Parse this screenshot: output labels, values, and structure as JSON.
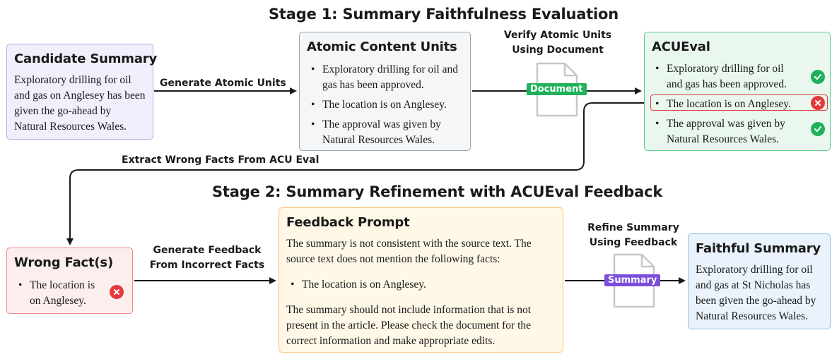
{
  "stage1_title": "Stage 1: Summary Faithfulness Evaluation",
  "stage2_title": "Stage 2: Summary Refinement with ACUEval Feedback",
  "candidate": {
    "title": "Candidate Summary",
    "text": "Exploratory drilling for oil and gas on Anglesey has been given the go-ahead by Natural Resources Wales."
  },
  "acu": {
    "title": "Atomic Content Units",
    "items": [
      "Exploratory drilling for oil and gas has been approved.",
      "The location is on Anglesey.",
      "The approval was given by Natural Resources Wales."
    ]
  },
  "acueval": {
    "title": "ACUEval",
    "items": [
      {
        "text": "Exploratory drilling for oil and gas has been approved.",
        "status": "correct"
      },
      {
        "text": "The location is on Anglesey.",
        "status": "wrong"
      },
      {
        "text": "The approval was given by Natural Resources Wales.",
        "status": "correct"
      }
    ]
  },
  "wrong": {
    "title": "Wrong Fact(s)",
    "items": [
      "The location is on Anglesey."
    ]
  },
  "feedback": {
    "title": "Feedback Prompt",
    "intro": "The summary is not consistent with the source text. The source text does not mention the following facts:",
    "bullet": "The location is on Anglesey.",
    "outro": "The summary should not include information that is not present in the article. Please check the document for the correct information and make appropriate edits."
  },
  "faithful": {
    "title": "Faithful Summary",
    "text": "Exploratory drilling for oil and gas at St Nicholas has been given the go-ahead by Natural Resources Wales."
  },
  "labels": {
    "generate_atomic": "Generate Atomic Units",
    "verify_line1": "Verify Atomic Units",
    "verify_line2": "Using Document",
    "extract": "Extract Wrong Facts From ACU Eval",
    "gen_fb_line1": "Generate Feedback",
    "gen_fb_line2": "From Incorrect Facts",
    "refine_line1": "Refine Summary",
    "refine_line2": "Using Feedback"
  },
  "tags": {
    "document": "Document",
    "summary": "Summary"
  },
  "icons": {
    "check": "check-circle-icon",
    "cross": "x-circle-icon",
    "doc": "document-icon"
  },
  "colors": {
    "candidate_bg": "#f3eefc",
    "candidate_border": "#b9a4e6",
    "acu_bg": "#f4f6f8",
    "acu_border": "#9aa3ad",
    "acueval_bg": "#e9f7ee",
    "acueval_border": "#5fc98a",
    "wrong_bg": "#fdeeee",
    "wrong_border": "#ec8c8c",
    "feedback_bg": "#fff8e6",
    "feedback_border": "#f2c46e",
    "faithful_bg": "#eaf3fc",
    "faithful_border": "#8fbde8",
    "green": "#1fb25a",
    "red": "#e5393b",
    "purple": "#7a4ddb"
  }
}
